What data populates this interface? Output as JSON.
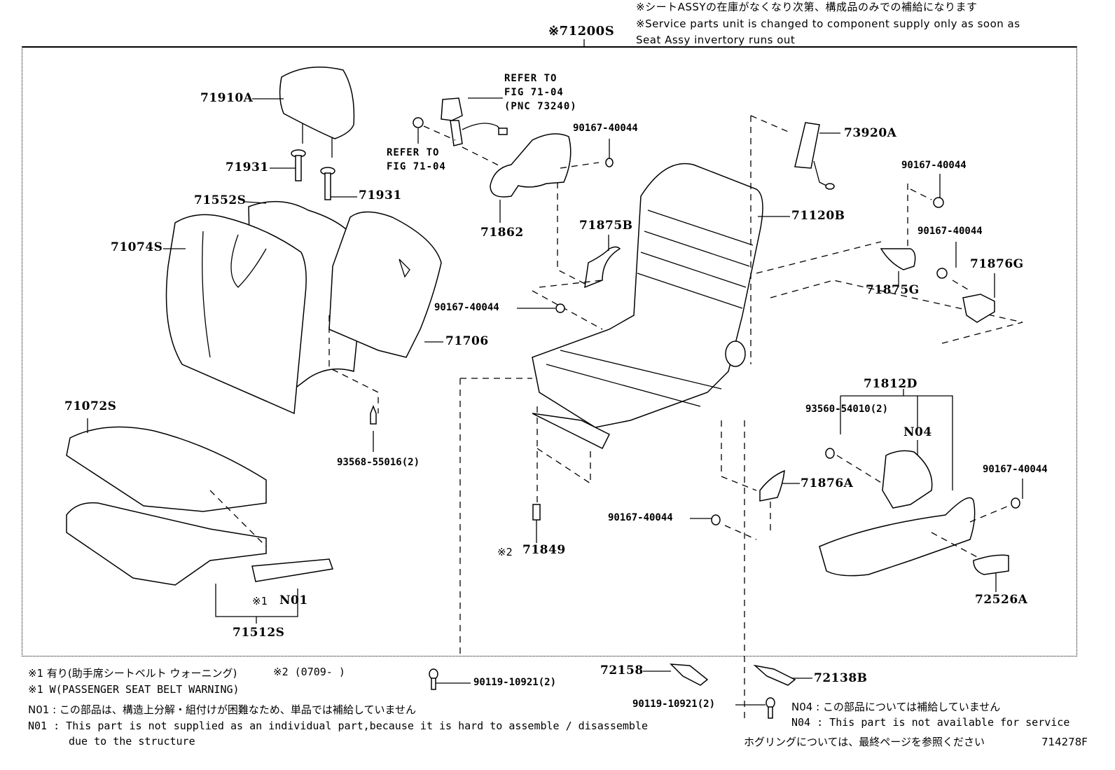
{
  "header": {
    "assy_part": "※71200S",
    "note_jp": "※シートASSYの在庫がなくなり次第、構成品のみでの補給になります",
    "note_en_line1": "※Service parts unit is changed to component supply only as soon as",
    "note_en_line2": "Seat Assy invertory runs out"
  },
  "callouts": {
    "p71910A": "71910A",
    "p71931a": "71931",
    "p71931b": "71931",
    "p71552S": "71552S",
    "p71074S": "71074S",
    "p71706": "71706",
    "p71072S": "71072S",
    "p93568": "93568-55016(2)",
    "p71512S": "71512S",
    "n01_mark": "※1",
    "n01": "N01",
    "ref1_line1": "REFER TO",
    "ref1_line2": "FIG 71-04",
    "ref1_line3": "(PNC 73240)",
    "ref2_line1": "REFER TO",
    "ref2_line2": "FIG 71-04",
    "p90167_a": "90167-40044",
    "p71862": "71862",
    "p71875B": "71875B",
    "p90167_b": "90167-40044",
    "p73920A": "73920A",
    "p90167_c": "90167-40044",
    "p71120B": "71120B",
    "p90167_d": "90167-40044",
    "p71875G": "71875G",
    "p71876G": "71876G",
    "p71812D": "71812D",
    "p93560": "93560-54010(2)",
    "n04": "N04",
    "p71876A": "71876A",
    "p90167_e": "90167-40044",
    "p90167_f": "90167-40044",
    "p71849_mark": "※2",
    "p71849": "71849",
    "p72526A": "72526A",
    "p90119_a": "90119-10921(2)",
    "p72158": "72158",
    "p72138B": "72138B",
    "p90119_b": "90119-10921(2)"
  },
  "footnotes": {
    "fn1_jp": "※1 有り(助手席シートベルト ウォーニング)",
    "fn2": "※2 (0709-     )",
    "fn1_en": "※1 W(PASSENGER SEAT BELT WARNING)",
    "n01_jp": "N01 : この部品は、構造上分解・組付けが困難なため、単品では補給していません",
    "n01_en_line1": "N01 : This part is not supplied as an individual part,because it is hard to assemble / disassemble",
    "n01_en_line2": "due to the structure",
    "n04_jp": "N04 : この部品については補給していません",
    "n04_en": "N04 : This part is not available for service",
    "grommet_note": "ホグリングについては、最終ページを参照ください",
    "figure_id": "714278F"
  }
}
